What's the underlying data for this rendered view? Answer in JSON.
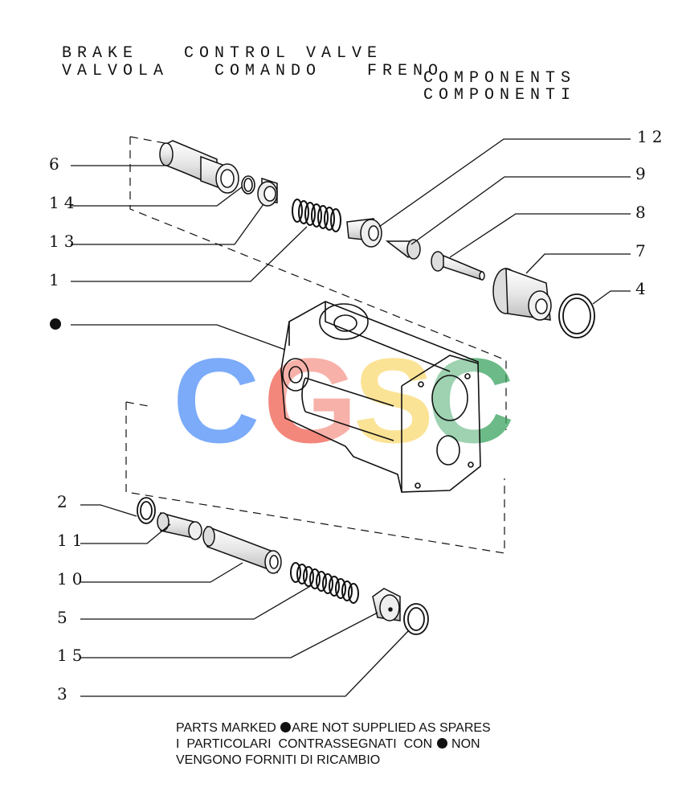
{
  "title": {
    "line1": "BRAKE   CONTROL VALVE",
    "line2": "VALVOLA   COMANDO   FRENO",
    "line3": "COMPONENTS",
    "line4": "COMPONENTI"
  },
  "callouts": {
    "c6": "6",
    "c14": "14",
    "c13": "13",
    "c1": "1",
    "c12": "12",
    "c9": "9",
    "c8": "8",
    "c7": "7",
    "c4": "4",
    "c2": "2",
    "c11": "11",
    "c10": "10",
    "c5": "5",
    "c15": "15",
    "c3": "3"
  },
  "watermark": {
    "letters": [
      "C",
      "G",
      "S",
      "C"
    ],
    "colors": [
      "#4f8ff7",
      "#f0604f",
      "#f7c829",
      "#3aa45f"
    ]
  },
  "note": {
    "line1a": "PARTS MARKED ",
    "line1b": "ARE NOT SUPPLIED AS SPARES",
    "line2a": "I  PARTICOLARI  CONTRASSEGNATI  CON ",
    "line2b": " NON",
    "line3": "VENGONO FORNITI DI RICAMBIO"
  }
}
